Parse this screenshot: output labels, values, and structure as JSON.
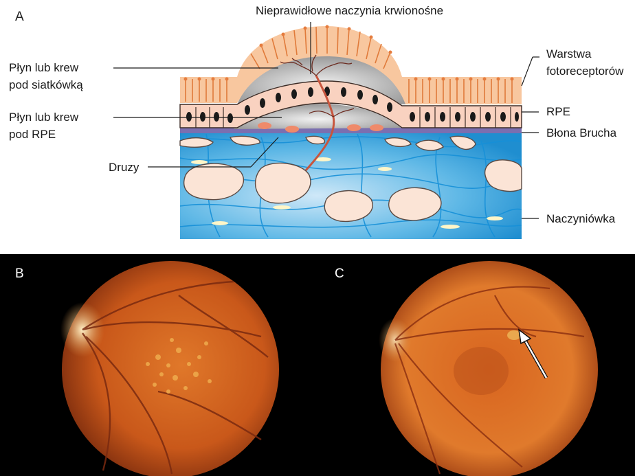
{
  "panels": {
    "a": {
      "letter": "A"
    },
    "b": {
      "letter": "B"
    },
    "c": {
      "letter": "C"
    }
  },
  "labels": {
    "abnormal_vessels": "Nieprawidłowe naczynia krwionośne",
    "fluid_under_retina": [
      "Płyn lub krew",
      "pod siatkówką"
    ],
    "fluid_under_rpe": [
      "Płyn lub krew",
      "pod RPE"
    ],
    "drusen": "Druzy",
    "photoreceptor_layer": [
      "Warstwa",
      "fotoreceptorów"
    ],
    "rpe": "RPE",
    "bruch_membrane": "Błona Brucha",
    "choroid": "Naczyniówka"
  },
  "colors": {
    "photoreceptor": "#f6b98a",
    "rpe_cell": "#f9d2c0",
    "bruch": "#7b6fb0",
    "choroid": "#2aa0dc",
    "vessel": "#c8553d",
    "fundus": "#d0611a"
  }
}
